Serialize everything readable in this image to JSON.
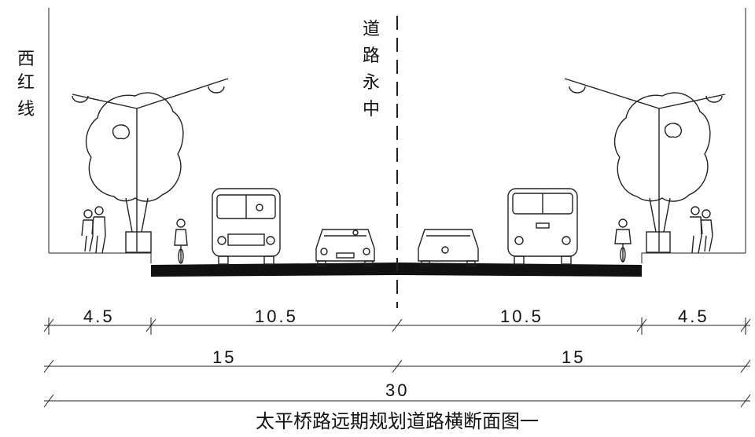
{
  "left_label": [
    "西",
    "红",
    "线"
  ],
  "center_label": [
    "道",
    "路",
    "永",
    "中"
  ],
  "dimensions": {
    "row1": [
      "4.5",
      "10.5",
      "10.5",
      "4.5"
    ],
    "row2": [
      "15",
      "15"
    ],
    "row3": "30"
  },
  "title": "太平桥路远期规划道路横断面图一",
  "colors": {
    "ink": "#111111",
    "road": "#111111"
  }
}
